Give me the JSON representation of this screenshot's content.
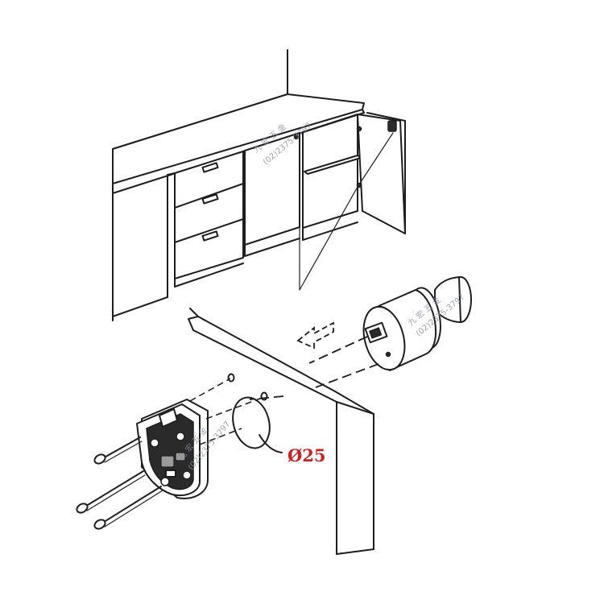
{
  "figure": {
    "dimension_label": "Ø25",
    "dimension_color": "#d21f1f",
    "line_color": "#1e1e1e",
    "background": "#ffffff"
  },
  "watermark": {
    "name": "九 宏 五 金",
    "phone": "(02)2375-3797"
  },
  "icons": {
    "cabinet": "cabinet-illustration",
    "door": "door-panel",
    "lock_body": "lock-body",
    "cylinder": "lock-cylinder",
    "screws": "mounting-screw",
    "arrow": "direction-arrow"
  }
}
